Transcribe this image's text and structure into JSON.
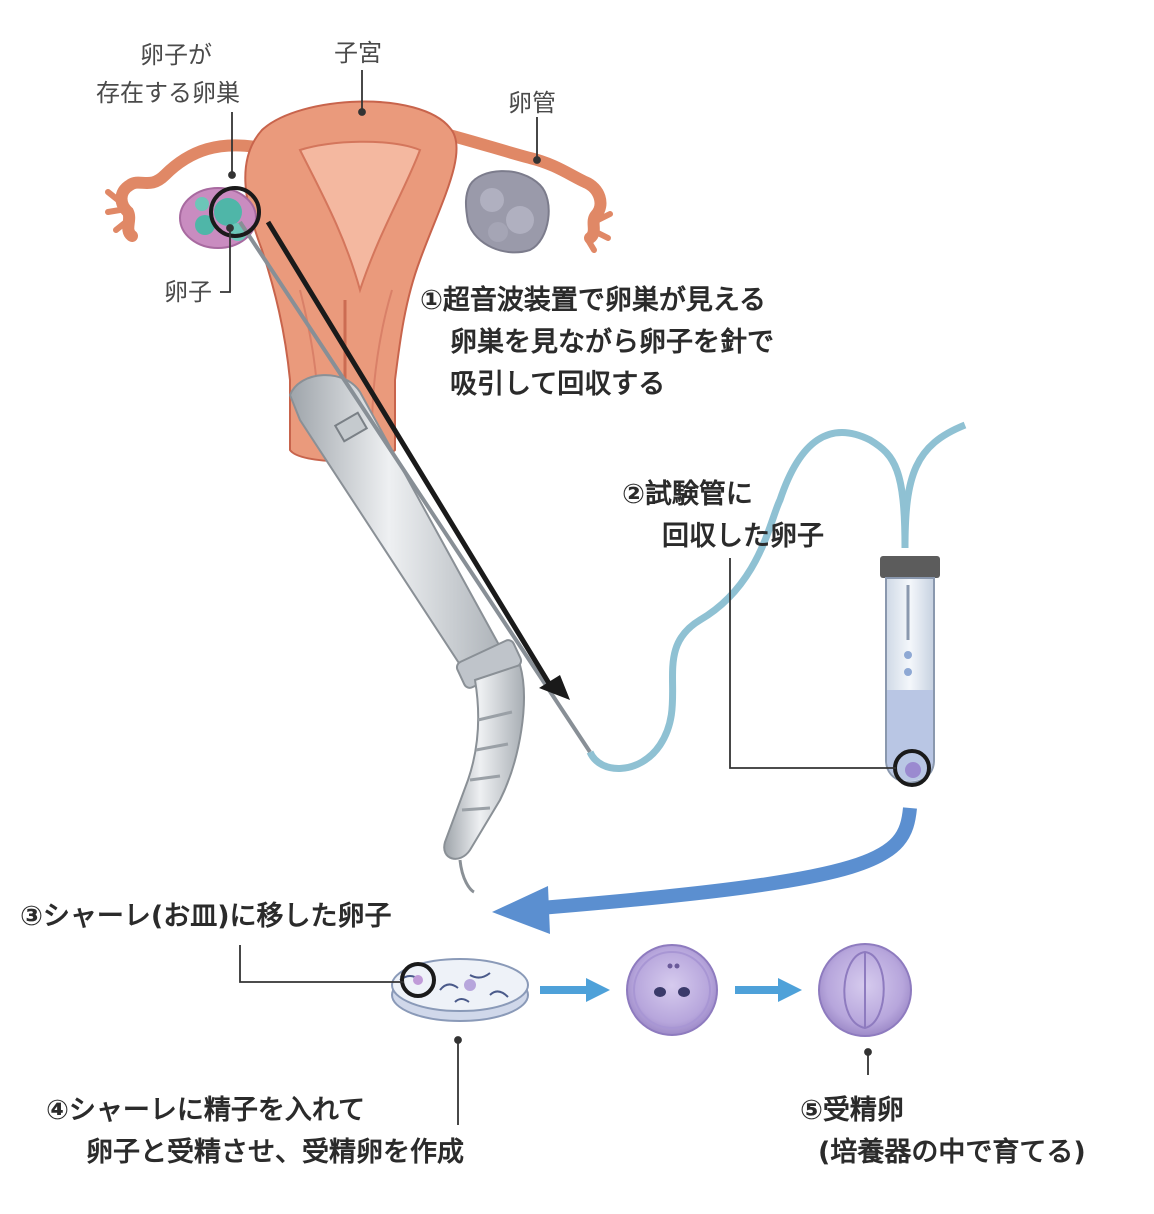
{
  "labels": {
    "ovary_line1": "卵子が",
    "ovary_line2": "存在する卵巣",
    "uterus": "子宮",
    "oviduct": "卵管",
    "egg": "卵子",
    "step1_line1": "①超音波装置で卵巣が見える",
    "step1_line2": "卵巣を見ながら卵子を針で",
    "step1_line3": "吸引して回収する",
    "step2_line1": "②試験管に",
    "step2_line2": "回収した卵子",
    "step3": "③シャーレ(お皿)に移した卵子",
    "step4_line1": "④シャーレに精子を入れて",
    "step4_line2": "卵子と受精させ、受精卵を作成",
    "step5_line1": "⑤受精卵",
    "step5_line2": "(培養器の中で育てる)"
  },
  "colors": {
    "uterus": "#e9967a",
    "uterus_dark": "#c8644c",
    "ovary_left": "#c98cc0",
    "egg_teal": "#4fb6a8",
    "ovary_right": "#9a9aaa",
    "probe": "#c9cdd2",
    "tube": "#8fc1d3",
    "flow_arrow": "#5b8fd0",
    "small_arrow": "#4ea1d9",
    "cell": "#b7a6dc",
    "leader": "#333333"
  },
  "icons": {
    "uterus": "uterus-illustration",
    "probe": "ultrasound-probe-illustration",
    "test_tube": "test-tube-illustration",
    "dish": "petri-dish-illustration",
    "zygote": "zygote-cell-illustration",
    "embryo": "two-cell-embryo-illustration"
  }
}
